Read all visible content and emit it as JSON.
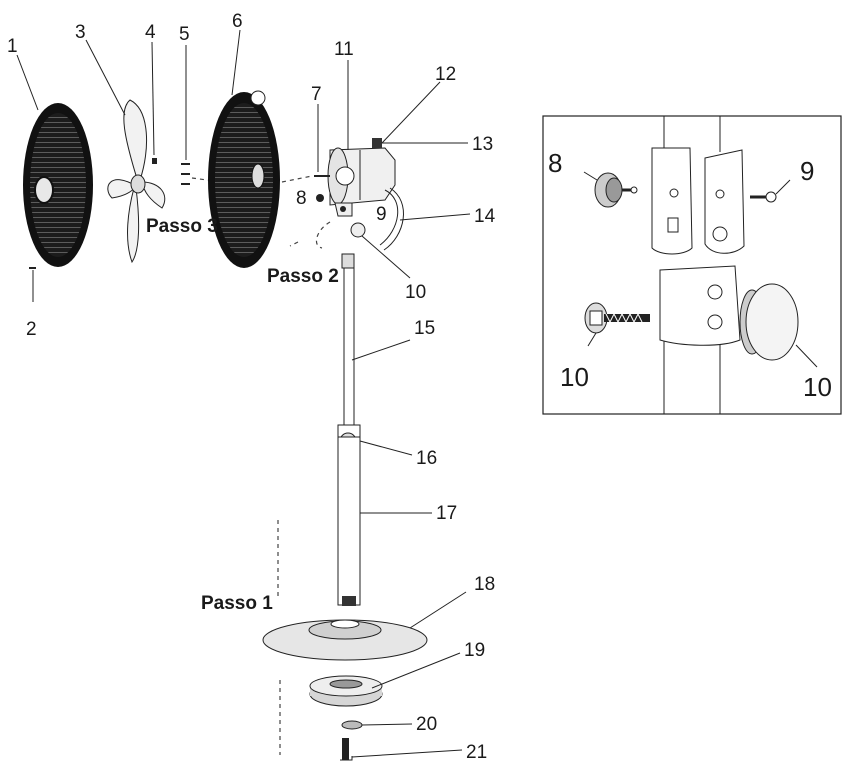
{
  "callouts": [
    "1",
    "2",
    "3",
    "4",
    "5",
    "6",
    "7",
    "8",
    "9",
    "10",
    "11",
    "12",
    "13",
    "14",
    "15",
    "16",
    "17",
    "18",
    "19",
    "20",
    "21"
  ],
  "steps": {
    "step1": "Passo 1",
    "step2": "Passo 2",
    "step3": "Passo 3"
  },
  "detail_callouts": {
    "knob": "8",
    "screw": "9",
    "bolt": "10",
    "nut": "10"
  }
}
